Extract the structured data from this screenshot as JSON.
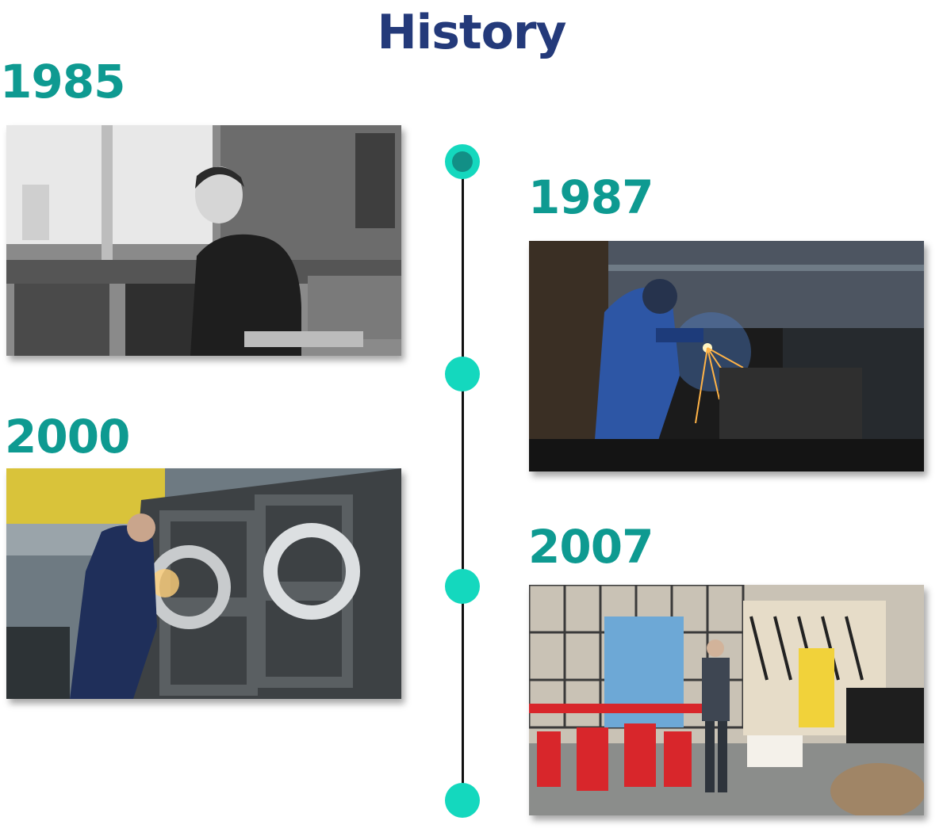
{
  "page": {
    "title": "History"
  },
  "timeline": [
    {
      "year": "1985",
      "photo": "workshop-worker-bw-photo"
    },
    {
      "year": "1987",
      "photo": "welder-sparks-photo"
    },
    {
      "year": "2000",
      "photo": "grinding-flange-photo"
    },
    {
      "year": "2007",
      "photo": "modern-workshop-photo"
    }
  ],
  "colors": {
    "title": "#243a7a",
    "year": "#0e9a91",
    "dot": "#14d8be",
    "dot_active_inner": "#128f86",
    "line": "#101010"
  }
}
